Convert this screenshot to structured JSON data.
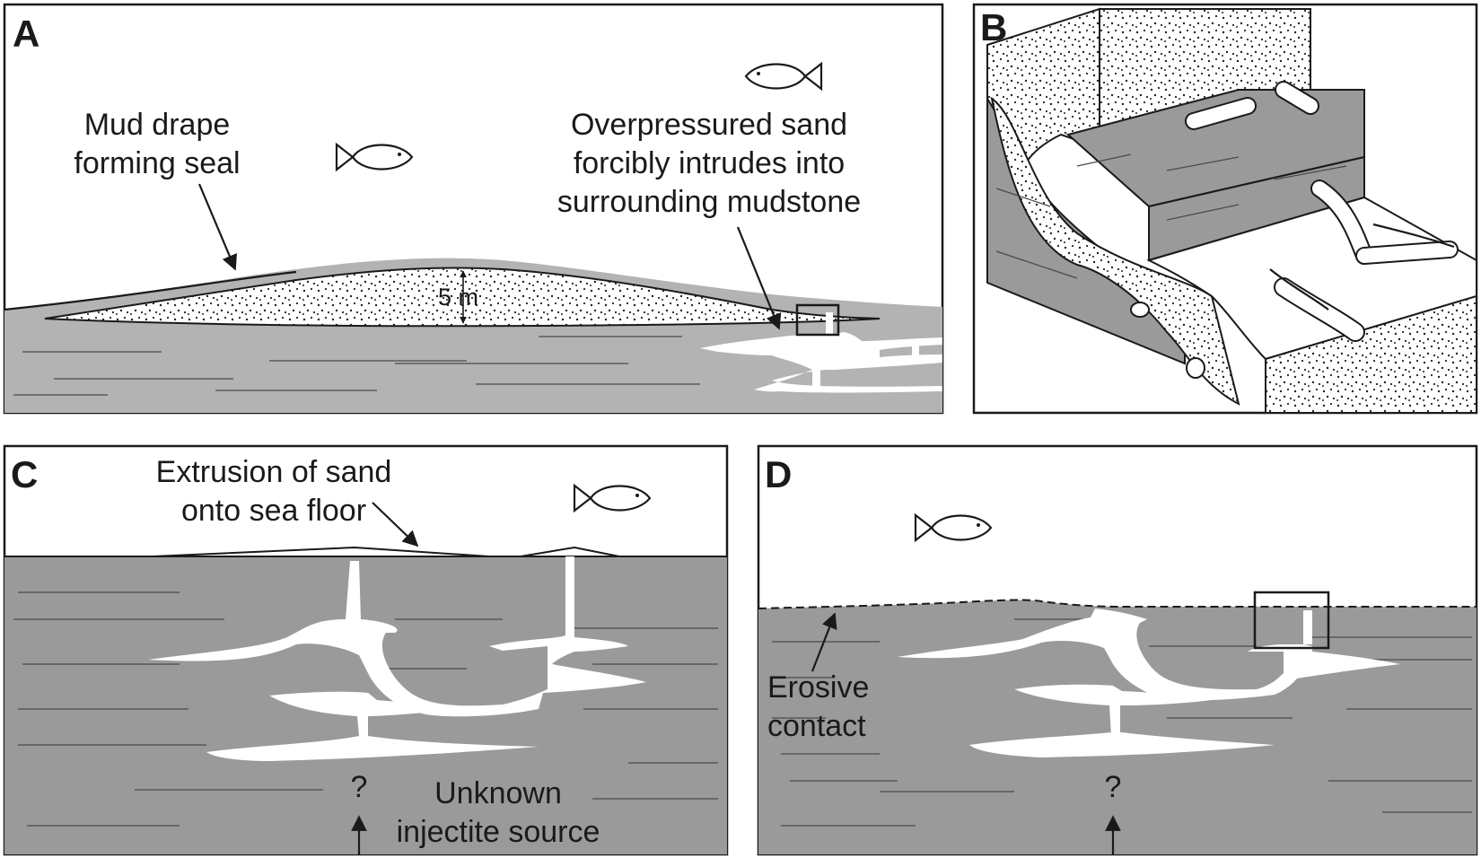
{
  "colors": {
    "mudstone_dark": "#9a9a9a",
    "mudstone_light": "#b3b3b3",
    "sand": "#ffffff",
    "outline": "#1a1a1a"
  },
  "panels": {
    "A": {
      "letter": "A",
      "mud_label_1": "Mud drape",
      "mud_label_2": "forming seal",
      "over_label_1": "Overpressured sand",
      "over_label_2": "forcibly intrudes into",
      "over_label_3": "surrounding mudstone",
      "scale": "5 m",
      "icons": [
        "fish-icon",
        "fish-icon"
      ]
    },
    "B": {
      "letter": "B",
      "icons": []
    },
    "C": {
      "letter": "C",
      "ext_label_1": "Extrusion of sand",
      "ext_label_2": "onto sea floor",
      "unknown_mark": "?",
      "unk_label_1": "Unknown",
      "unk_label_2": "injectite source",
      "icons": [
        "fish-icon"
      ]
    },
    "D": {
      "letter": "D",
      "ero_label_1": "Erosive",
      "ero_label_2": "contact",
      "unknown_mark": "?",
      "icons": [
        "fish-icon"
      ]
    }
  }
}
